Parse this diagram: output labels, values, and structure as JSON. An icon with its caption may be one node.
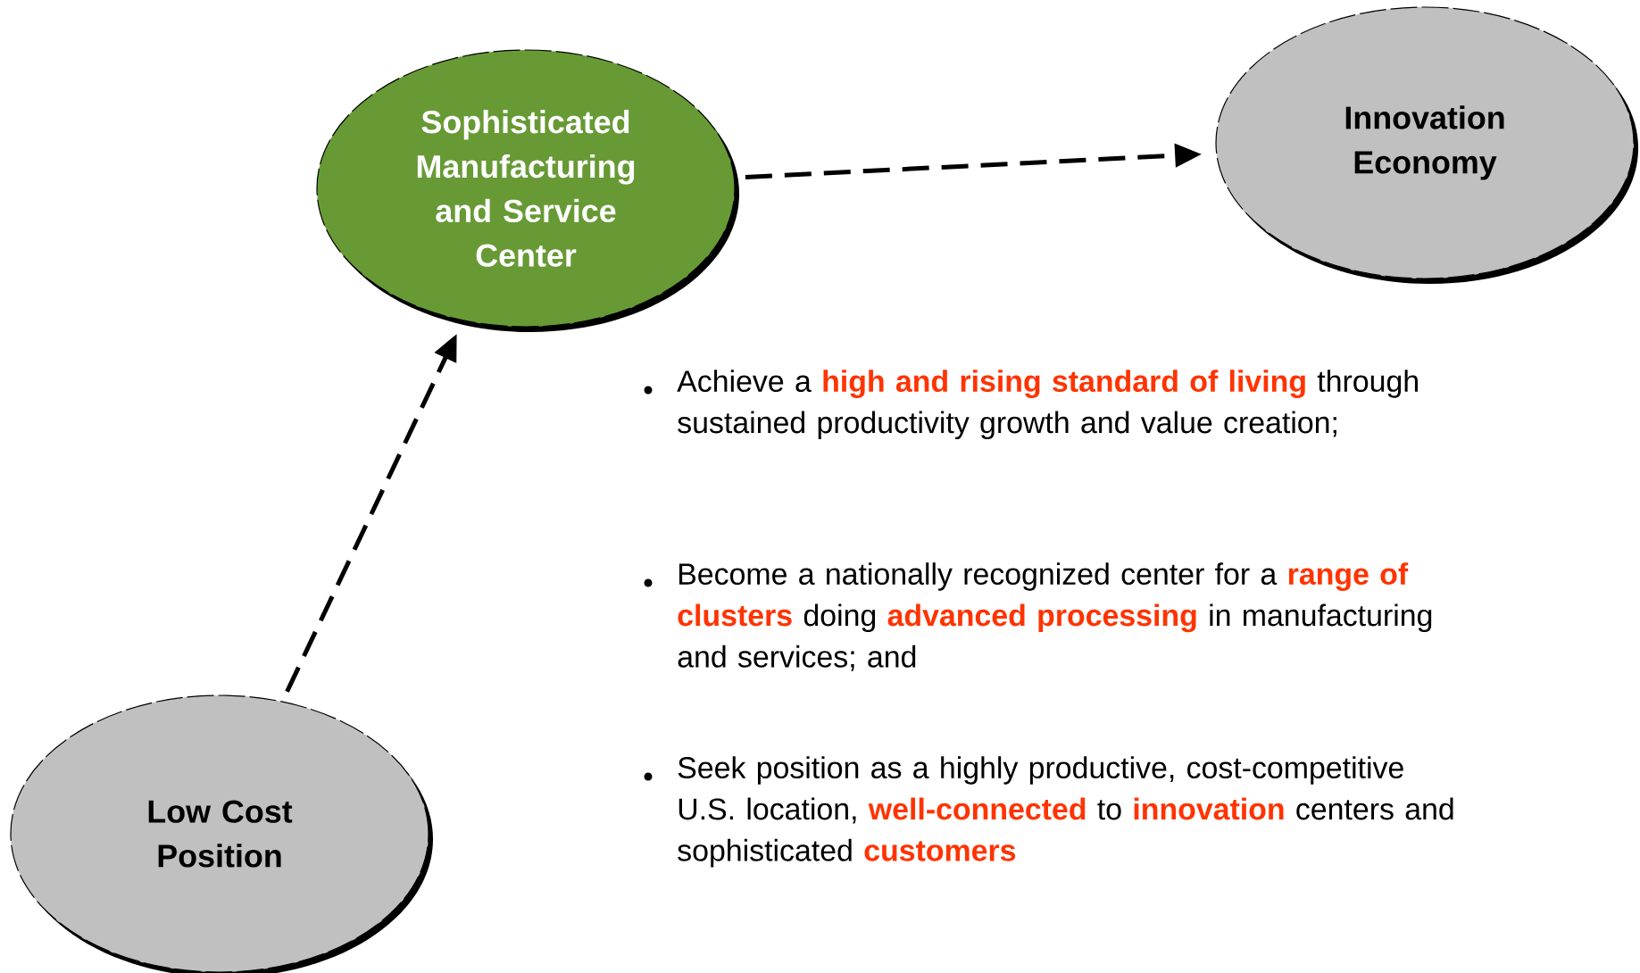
{
  "diagram": {
    "nodes": [
      {
        "text": [
          "Sophisticated Manufacturing and Service Center"
        ]
      },
      {
        "text": [
          "Innovation Economy"
        ]
      },
      {
        "text": [
          "Low Cost Position"
        ]
      }
    ],
    "edges": [
      {
        "from": 2,
        "to": 0,
        "arrow": "to",
        "style": "dashed"
      },
      {
        "from": 0,
        "to": 1,
        "arrow": "to",
        "style": "dashed"
      }
    ],
    "labels": [
      "Achieve a **high and rising standard of living** through sustained productivity growth and value creation;",
      "Become a nationally recognized center for a **range of clusters** doing **advanced processing** in manufacturing and services; and",
      "Seek position as a highly productive, cost-competitive U.S. location, **well-connected** to **innovation** centers and sophisticated **customers**"
    ]
  }
}
